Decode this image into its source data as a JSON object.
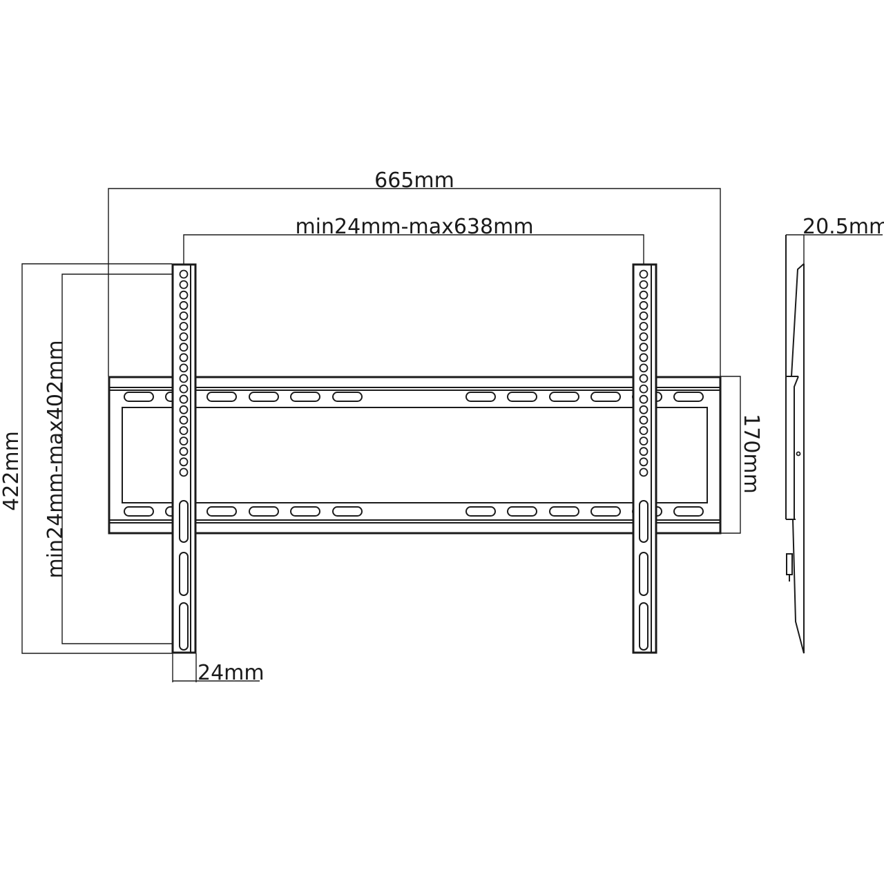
{
  "labels": {
    "overall_width": "665mm",
    "arm_spacing": "min24mm-max638mm",
    "depth": "20.5mm",
    "overall_height": "422mm",
    "vertical_hole_range": "min24mm-max402mm",
    "plate_height": "170mm",
    "arm_width": "24mm"
  }
}
